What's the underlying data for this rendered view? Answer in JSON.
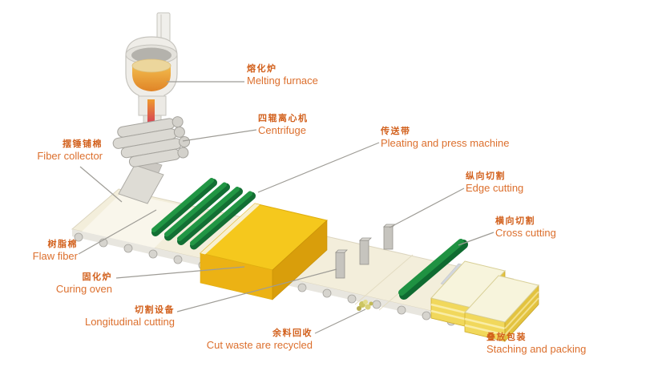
{
  "diagram": {
    "type": "process-flow",
    "subject": "rock wool production line",
    "labels": [
      {
        "id": "melting-furnace",
        "zh": "熔化炉",
        "en": "Melting furnace"
      },
      {
        "id": "centrifuge",
        "zh": "四辊离心机",
        "en": "Centrifuge"
      },
      {
        "id": "fiber-collector",
        "zh": "摆锤铺棉",
        "en": "Fiber collector"
      },
      {
        "id": "pleating-press",
        "zh": "传送带",
        "en": "Pleating and press machine"
      },
      {
        "id": "edge-cutting",
        "zh": "纵向切割",
        "en": "Edge cutting"
      },
      {
        "id": "cross-cutting",
        "zh": "横向切割",
        "en": "Cross cutting"
      },
      {
        "id": "flaw-fiber",
        "zh": "树脂棉",
        "en": "Flaw fiber"
      },
      {
        "id": "curing-oven",
        "zh": "固化炉",
        "en": "Curing oven"
      },
      {
        "id": "longitudinal-cutting",
        "zh": "切割设备",
        "en": "Longitudinal cutting"
      },
      {
        "id": "cut-waste",
        "zh": "余料回收",
        "en": "Cut waste are recycled"
      },
      {
        "id": "stacking-packing",
        "zh": "叠放包装",
        "en": "Staching and packing"
      }
    ],
    "colors": {
      "label_text_zh": "#d2601c",
      "label_text_en": "#dc6f2d",
      "leader_line": "#9e9c96",
      "machine_green": "#1f9242",
      "oven_yellow": "#f5c81d",
      "molten_orange": "#e8922d",
      "stream_red": "#c2175b",
      "deck_cream": "#f3eedb",
      "product_cream": "#f7f4dc",
      "bale_yellow": "#f1d85c"
    }
  }
}
